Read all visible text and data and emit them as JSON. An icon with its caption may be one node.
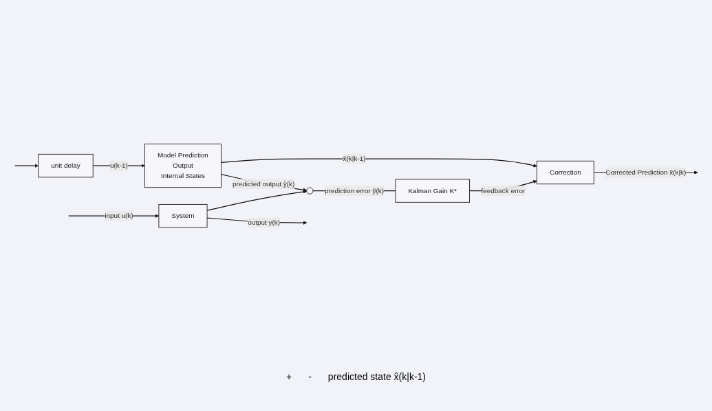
{
  "diagram": {
    "nodes": [
      {
        "text": [
          "System"
        ]
      },
      {
        "text": [
          "unit delay"
        ]
      },
      {
        "text": [
          "Model Prediction",
          "Output",
          "Internal States"
        ]
      },
      {
        "text": [],
        "shape": "circle"
      },
      {
        "text": [
          "Kalman Gain K*"
        ]
      },
      {
        "text": [
          "Correction"
        ]
      }
    ],
    "edges": [
      {
        "from": null,
        "to": 0,
        "arrow": "to",
        "label": "input u(k)"
      },
      {
        "from": null,
        "to": 1,
        "arrow": "to"
      },
      {
        "from": 0,
        "to": null,
        "arrow": "to",
        "label": "output y(k)"
      },
      {
        "from": 0,
        "to": 3,
        "arrow": "to"
      },
      {
        "from": 1,
        "to": 2,
        "arrow": "to",
        "label": "u(k-1)"
      },
      {
        "from": 2,
        "to": 3,
        "arrow": "to",
        "label": "predicted output ŷ(k)"
      },
      {
        "from": 3,
        "to": 4,
        "arrow": "none",
        "label": "prediction error ỹ(k)"
      },
      {
        "from": 2,
        "to": 5,
        "arrow": "to",
        "label": "x̂(k|k-1)"
      },
      {
        "from": 4,
        "to": 5,
        "arrow": "to",
        "label": "feedback error"
      },
      {
        "from": 5,
        "to": null,
        "arrow": "to",
        "label": "Corrected Prediction x̂(k|k)"
      }
    ],
    "labels": [
      "+",
      "-",
      "predicted state x̂(k|k-1)"
    ]
  }
}
